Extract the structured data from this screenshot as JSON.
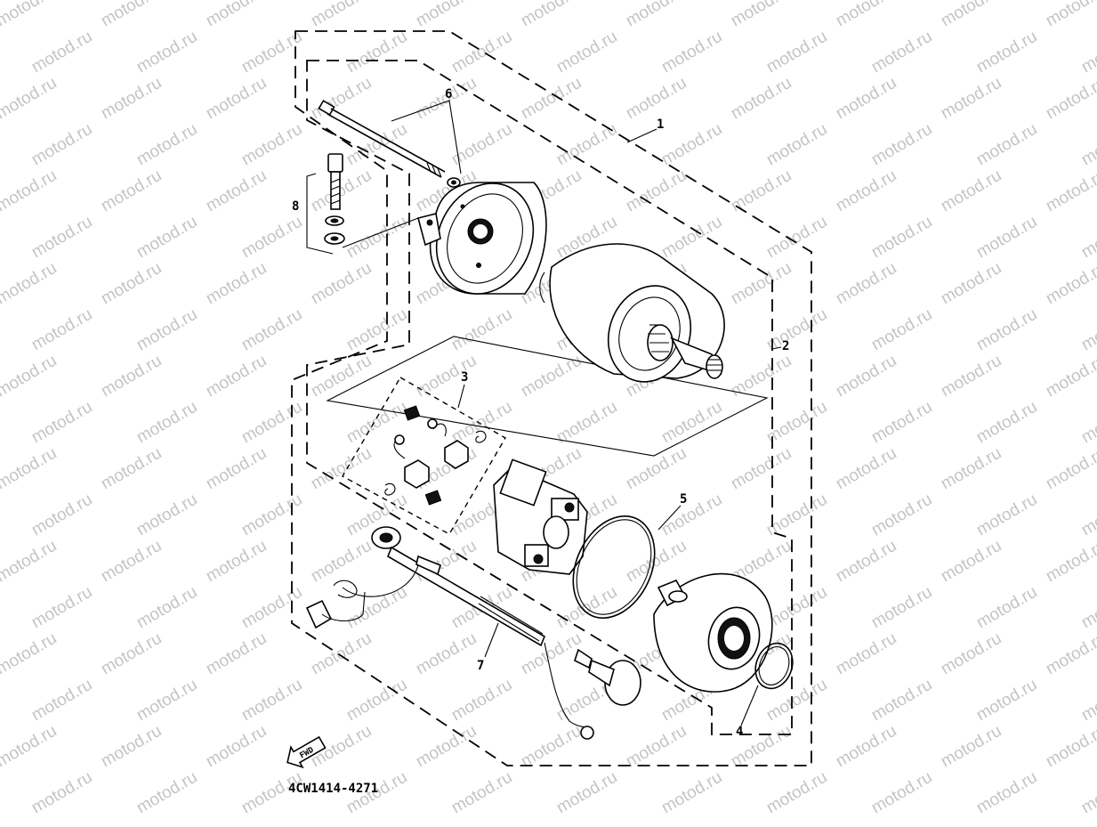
{
  "watermark": {
    "text": "motod.ru"
  },
  "callouts": [
    {
      "id": "1",
      "label": "1"
    },
    {
      "id": "2",
      "label": "2"
    },
    {
      "id": "3",
      "label": "3"
    },
    {
      "id": "4",
      "label": "4"
    },
    {
      "id": "5",
      "label": "5"
    },
    {
      "id": "6",
      "label": "6"
    },
    {
      "id": "7",
      "label": "7"
    },
    {
      "id": "8",
      "label": "8"
    }
  ],
  "fwd_arrow": {
    "label": "FWD"
  },
  "diagram_code": "4CW1414-4271"
}
